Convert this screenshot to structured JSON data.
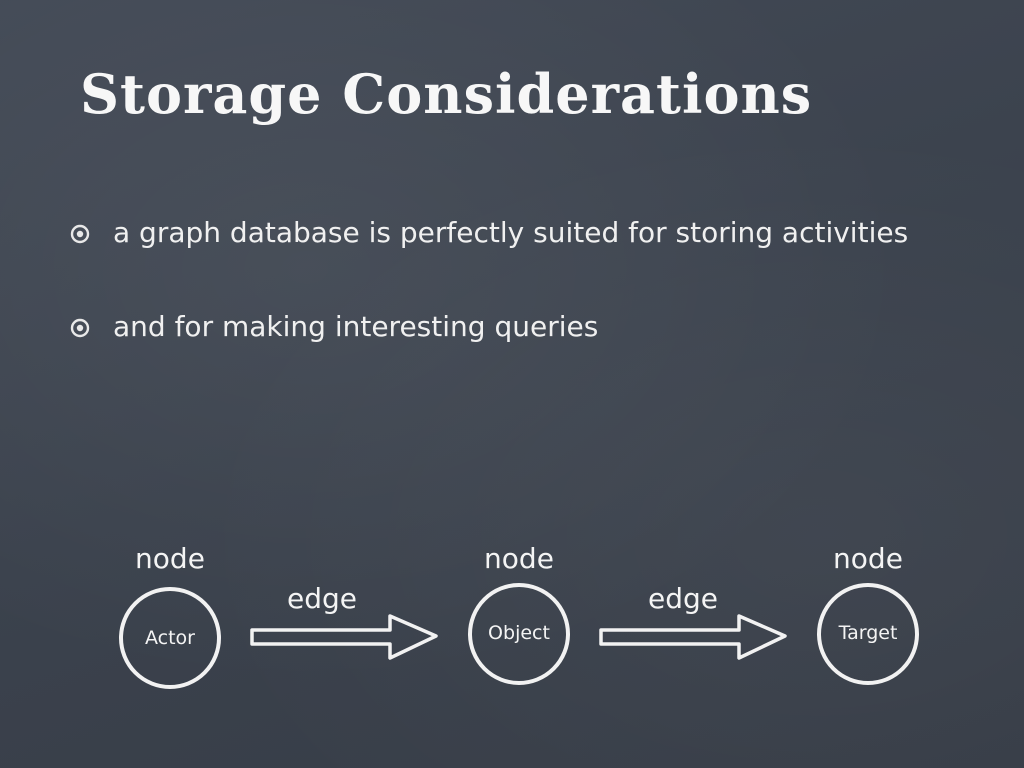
{
  "slide": {
    "title": "Storage Considerations",
    "bullets": [
      "a graph database is perfectly suited for storing activities",
      "and for making interesting queries"
    ]
  },
  "diagram": {
    "nodes": [
      {
        "label": "node",
        "name": "Actor"
      },
      {
        "label": "node",
        "name": "Object"
      },
      {
        "label": "node",
        "name": "Target"
      }
    ],
    "edges": [
      {
        "label": "edge"
      },
      {
        "label": "edge"
      }
    ]
  },
  "colors": {
    "background": "#3f4652",
    "chalk": "#f2f2f2"
  }
}
